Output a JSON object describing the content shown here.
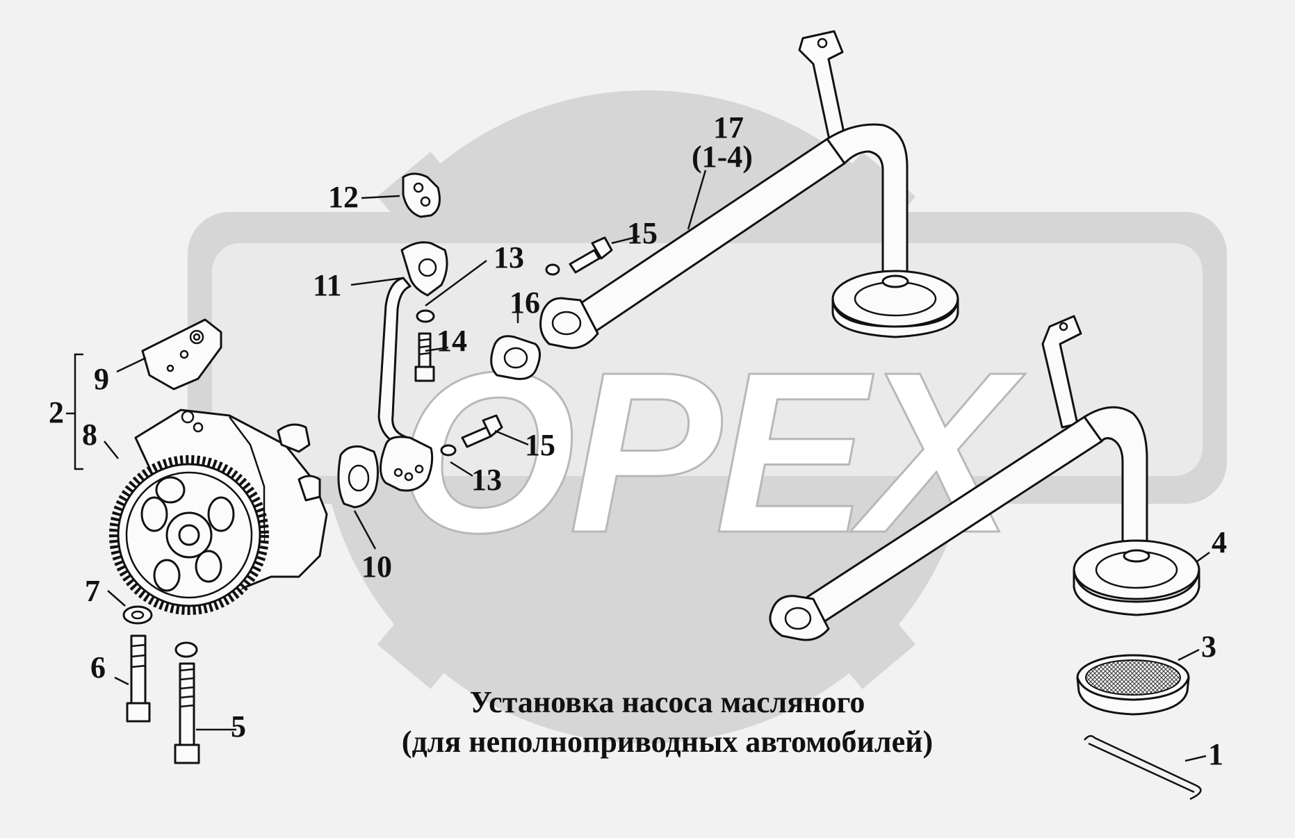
{
  "watermark": {
    "text": "OPEX"
  },
  "title": {
    "line1": "Установка насоса масляного",
    "line2": "(для неполноприводных автомобилей)"
  },
  "callouts": [
    {
      "id": "1",
      "text": "1"
    },
    {
      "id": "2",
      "text": "2"
    },
    {
      "id": "3",
      "text": "3"
    },
    {
      "id": "4",
      "text": "4"
    },
    {
      "id": "5",
      "text": "5"
    },
    {
      "id": "6",
      "text": "6"
    },
    {
      "id": "7",
      "text": "7"
    },
    {
      "id": "8",
      "text": "8"
    },
    {
      "id": "9",
      "text": "9"
    },
    {
      "id": "10",
      "text": "10"
    },
    {
      "id": "11",
      "text": "11"
    },
    {
      "id": "12",
      "text": "12"
    },
    {
      "id": "13a",
      "text": "13"
    },
    {
      "id": "13b",
      "text": "13"
    },
    {
      "id": "14",
      "text": "14"
    },
    {
      "id": "15a",
      "text": "15"
    },
    {
      "id": "15b",
      "text": "15"
    },
    {
      "id": "16",
      "text": "16"
    },
    {
      "id": "17",
      "text": "17"
    },
    {
      "id": "17sub",
      "text": "(1-4)"
    }
  ]
}
